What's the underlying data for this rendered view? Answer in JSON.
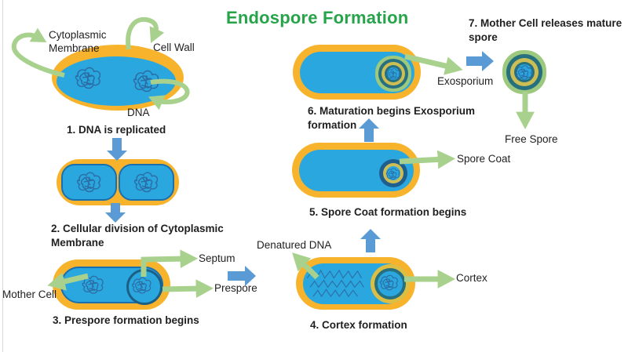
{
  "title": "Endospore Formation",
  "colors": {
    "title_green": "#27A34A",
    "cell_wall_orange": "#F7B32B",
    "cytoplasm_blue": "#2BA7DF",
    "membrane_outline_blue": "#1B6FAE",
    "process_arrow_blue": "#5B9BD5",
    "label_arrow_green": "#A9D18E",
    "spore_ring_teal": "#26707F",
    "spore_ring_yellow": "#CDBD55",
    "spore_ring_green": "#9CC97E",
    "dna_ink": "#2B5F96"
  },
  "steps": {
    "s1": {
      "caption": "1. DNA is replicated"
    },
    "s2": {
      "caption": "2. Cellular division of Cytoplasmic Membrane"
    },
    "s3": {
      "caption": "3. Prespore formation begins"
    },
    "s4": {
      "caption": "4. Cortex formation"
    },
    "s5": {
      "caption": "5. Spore Coat formation begins"
    },
    "s6": {
      "caption": "6. Maturation begins Exosporium formation"
    },
    "s7": {
      "caption": "7. Mother Cell releases mature spore"
    }
  },
  "labels": {
    "cytoplasmic_membrane": "Cytoplasmic Membrane",
    "cell_wall": "Cell Wall",
    "dna": "DNA",
    "mother_cell": "Mother Cell",
    "septum": "Septum",
    "prespore": "Prespore",
    "denatured_dna": "Denatured DNA",
    "cortex": "Cortex",
    "spore_coat": "Spore Coat",
    "exosporium": "Exosporium",
    "free_spore": "Free Spore"
  }
}
